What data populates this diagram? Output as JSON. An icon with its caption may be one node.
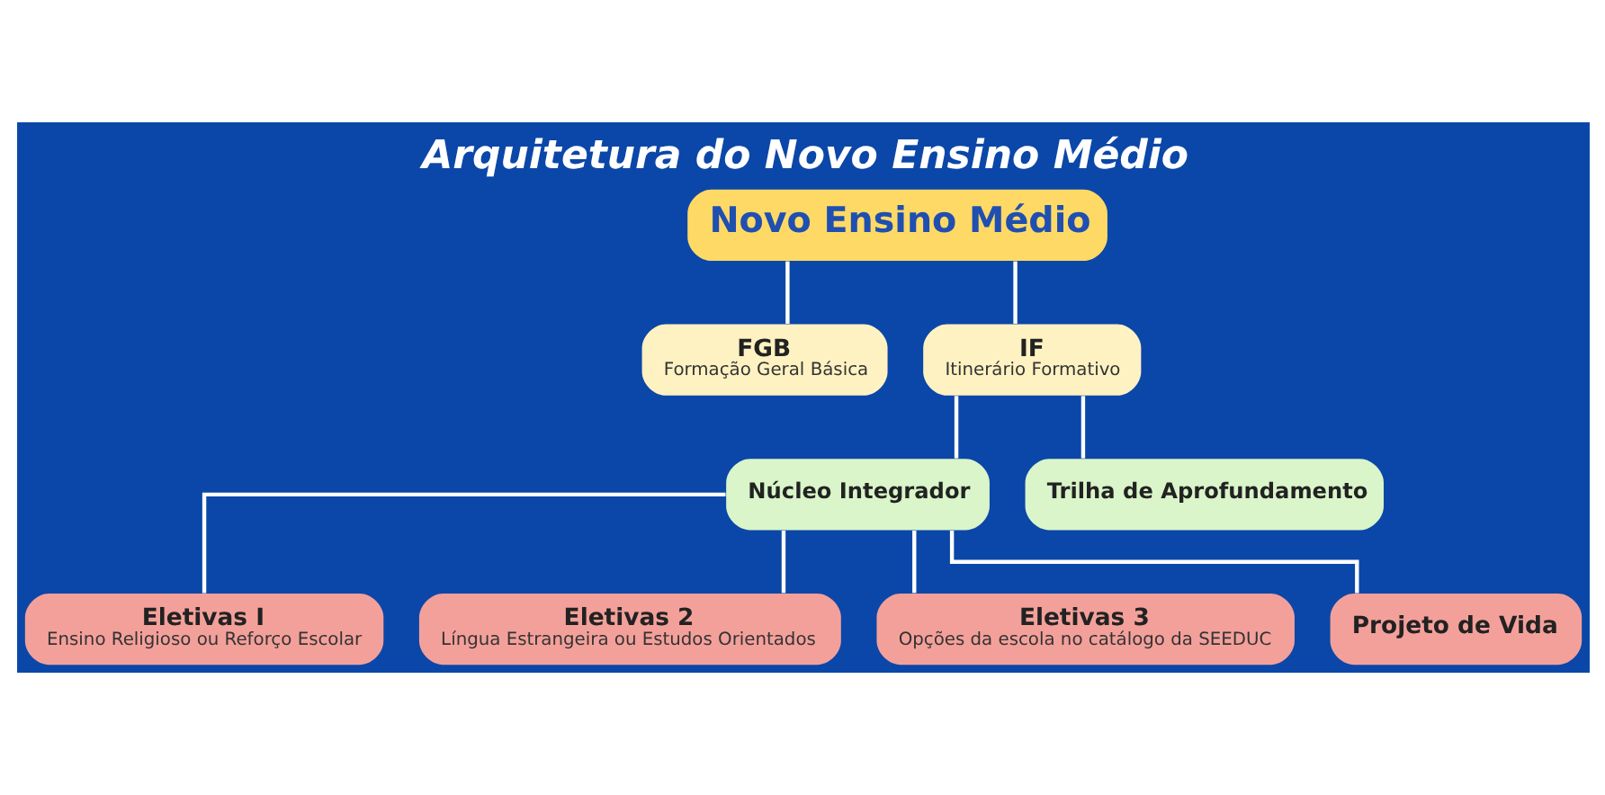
{
  "diagram": {
    "title": "Arquitetura do Novo Ensino Médio",
    "nodes": [
      {
        "text": [
          "Novo Ensino Médio"
        ]
      },
      {
        "text": [
          "FGB",
          "Formação Geral Básica"
        ]
      },
      {
        "text": [
          "IF",
          "Itinerário Formativo"
        ]
      },
      {
        "text": [
          "Núcleo Integrador"
        ]
      },
      {
        "text": [
          "Trilha de Aprofundamento"
        ]
      },
      {
        "text": [
          "Eletivas I",
          "Ensino Religioso ou Reforço Escolar"
        ]
      },
      {
        "text": [
          "Eletivas 2",
          "Língua Estrangeira ou Estudos Orientados"
        ]
      },
      {
        "text": [
          "Eletivas 3",
          "Opções da escola no catálogo da SEEDUC"
        ]
      },
      {
        "text": [
          "Projeto de Vida"
        ]
      }
    ],
    "edges": [
      {
        "from": 0,
        "to": 1,
        "arrow": "none"
      },
      {
        "from": 0,
        "to": 2,
        "arrow": "none"
      },
      {
        "from": 2,
        "to": 3,
        "arrow": "none"
      },
      {
        "from": 2,
        "to": 4,
        "arrow": "none"
      },
      {
        "from": 3,
        "to": 5,
        "arrow": "none"
      },
      {
        "from": 3,
        "to": 6,
        "arrow": "none"
      },
      {
        "from": 3,
        "to": 7,
        "arrow": "none"
      },
      {
        "from": 3,
        "to": 8,
        "arrow": "none"
      }
    ]
  }
}
